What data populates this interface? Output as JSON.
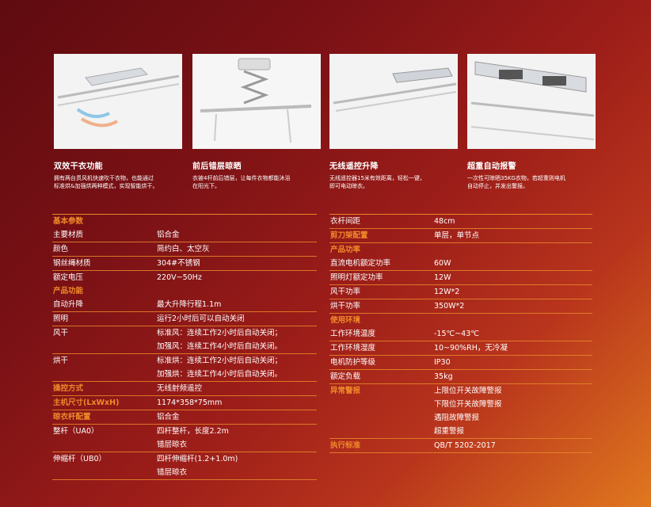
{
  "features": [
    {
      "title": "双效干衣功能",
      "desc": [
        "拥有两台贯风机快速吹干衣物，也能通过",
        "标准烘&加强烘两种模式，实现智能烘干。"
      ]
    },
    {
      "title": "前后错层晾晒",
      "desc": [
        "衣被4杆前后错层，让每件衣物都能沐浴",
        "在阳光下。"
      ]
    },
    {
      "title": "无线遥控升降",
      "desc": [
        "无线遥控器15米有效距离，轻松一键，",
        "即可电动晾衣。"
      ]
    },
    {
      "title": "超重自动报警",
      "desc": [
        "一次性可晾晒35KG衣物，若超重则电机",
        "自动停止，并发出警报。"
      ]
    }
  ],
  "left_table": [
    {
      "k": "基本参数",
      "kind": "sec",
      "v": []
    },
    {
      "k": "主要材质",
      "v": [
        "铝合金"
      ]
    },
    {
      "k": "颜色",
      "v": [
        "简约白、太空灰"
      ]
    },
    {
      "k": "钢丝绳材质",
      "v": [
        "304#不锈钢"
      ]
    },
    {
      "k": "额定电压",
      "kind": "nl",
      "v": [
        "220V~50Hz"
      ]
    },
    {
      "k": "产品功能",
      "kind": "sec",
      "v": []
    },
    {
      "k": "自动升降",
      "v": [
        "最大升降行程1.1m"
      ]
    },
    {
      "k": "照明",
      "v": [
        "运行2小时后可以自动关闭"
      ]
    },
    {
      "k": "风干",
      "v": [
        "标准风：连续工作2小时后自动关闭；",
        "加强风：连续工作4小时后自动关闭。"
      ]
    },
    {
      "k": "烘干",
      "v": [
        "标准烘：连续工作2小时后自动关闭；",
        "加强烘：连续工作4小时后自动关闭。"
      ]
    },
    {
      "k": "操控方式",
      "kind": "o",
      "v": [
        "无线射频遥控"
      ]
    },
    {
      "k": "主机尺寸(LxWxH)",
      "kind": "o",
      "v": [
        "1174*358*75mm"
      ]
    },
    {
      "k": "晾衣杆配置",
      "kind": "o",
      "v": [
        "铝合金"
      ]
    },
    {
      "k": "整杆（UA0）",
      "v": [
        "四杆整杆，长度2.2m",
        "错层晾衣"
      ]
    },
    {
      "k": "伸缩杆（UB0）",
      "v": [
        "四杆伸缩杆(1.2+1.0m)",
        "错层晾衣"
      ]
    }
  ],
  "right_table": [
    {
      "k": "衣杆间距",
      "v": [
        "48cm"
      ]
    },
    {
      "k": "剪刀架配置",
      "kind": "o",
      "v": [
        "单层，单节点"
      ]
    },
    {
      "k": "产品功率",
      "kind": "sec",
      "v": []
    },
    {
      "k": "直流电机额定功率",
      "v": [
        "60W"
      ]
    },
    {
      "k": "照明灯额定功率",
      "v": [
        "12W"
      ]
    },
    {
      "k": "风干功率",
      "v": [
        "12W*2"
      ]
    },
    {
      "k": "烘干功率",
      "v": [
        "350W*2"
      ]
    },
    {
      "k": "使用环境",
      "kind": "sec",
      "v": []
    },
    {
      "k": "工作环境温度",
      "v": [
        "-15℃~43℃"
      ]
    },
    {
      "k": "工作环境湿度",
      "v": [
        "10~90%RH，无冷凝"
      ]
    },
    {
      "k": "电机防护等级",
      "v": [
        "IP30"
      ]
    },
    {
      "k": "额定负载",
      "v": [
        "35kg"
      ]
    },
    {
      "k": "异常警报",
      "kind": "o",
      "v": [
        "上限位开关故障警报",
        "下限位开关故障警报",
        "遇阻故障警报",
        "超重警报"
      ]
    },
    {
      "k": "执行标准",
      "kind": "o",
      "v": [
        "QB/T 5202-2017"
      ]
    }
  ]
}
